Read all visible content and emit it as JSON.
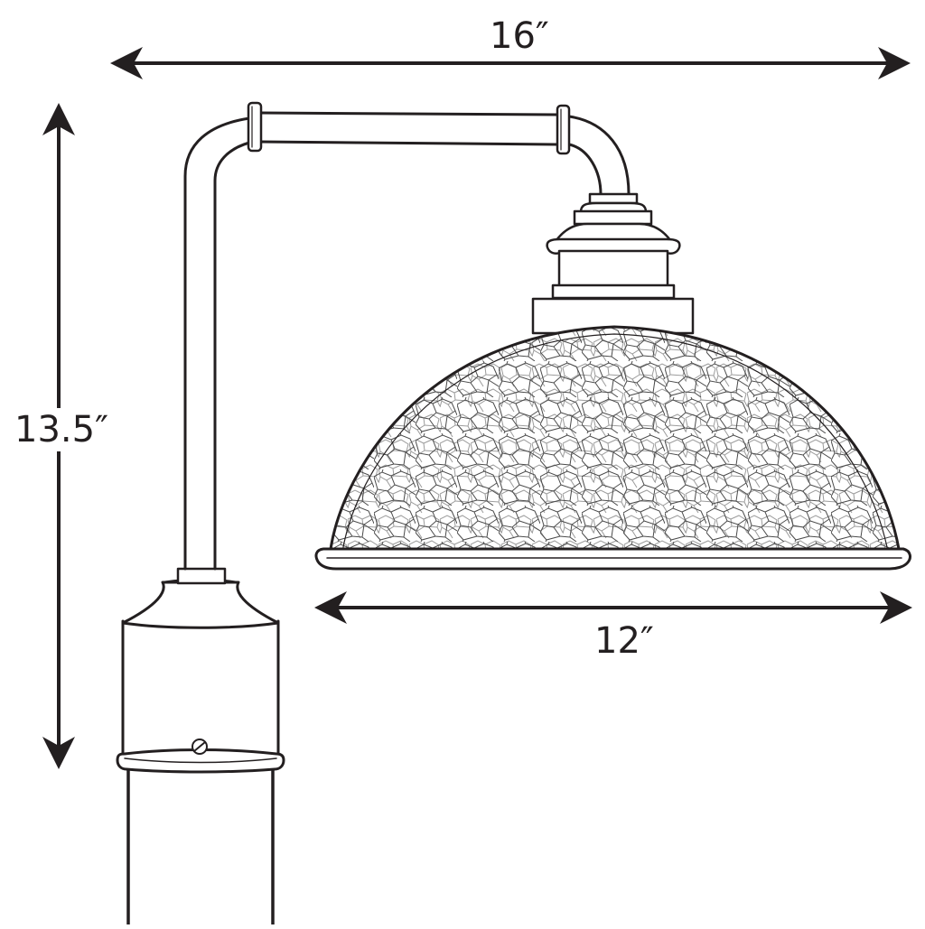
{
  "diagram": {
    "type": "product-dimension-drawing",
    "subject": "post-mount lantern with hammered-glass dome shade",
    "colors": {
      "ink": "#231f20",
      "texture": "#4a4a4a",
      "background": "#ffffff"
    },
    "dimensions": {
      "overall_width": {
        "label": "16″",
        "orientation": "horizontal"
      },
      "overall_height": {
        "label": "13.5″",
        "orientation": "vertical"
      },
      "shade_diameter": {
        "label": "12″",
        "orientation": "horizontal"
      }
    },
    "parts": {
      "arm": "curved arm",
      "collars": "arm collars",
      "fitter": "stepped fitter cap",
      "shade": "hammered glass dome shade",
      "post_cap": "post top fitter",
      "set_screw": "set screw",
      "post": "post"
    }
  }
}
